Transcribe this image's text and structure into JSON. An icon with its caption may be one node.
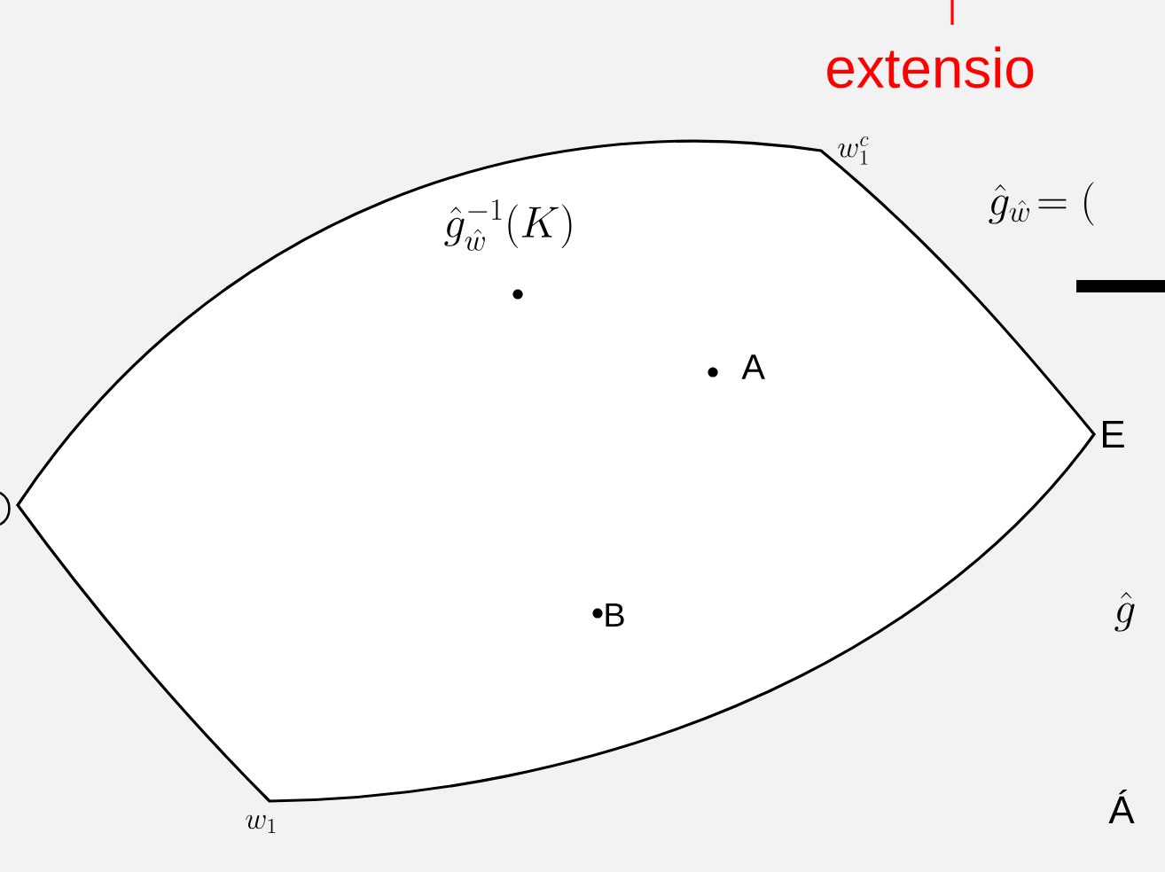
{
  "diagram": {
    "labels": [
      "extensio",
      "w_1^c",
      "\\hat{g}_{\\hat{w}}\\!= (",
      "\\hat{g}^{-1}_{\\hat{w}}(K)",
      "A",
      "E",
      "B",
      "\\hat{g}",
      "Á",
      "w_1"
    ]
  }
}
